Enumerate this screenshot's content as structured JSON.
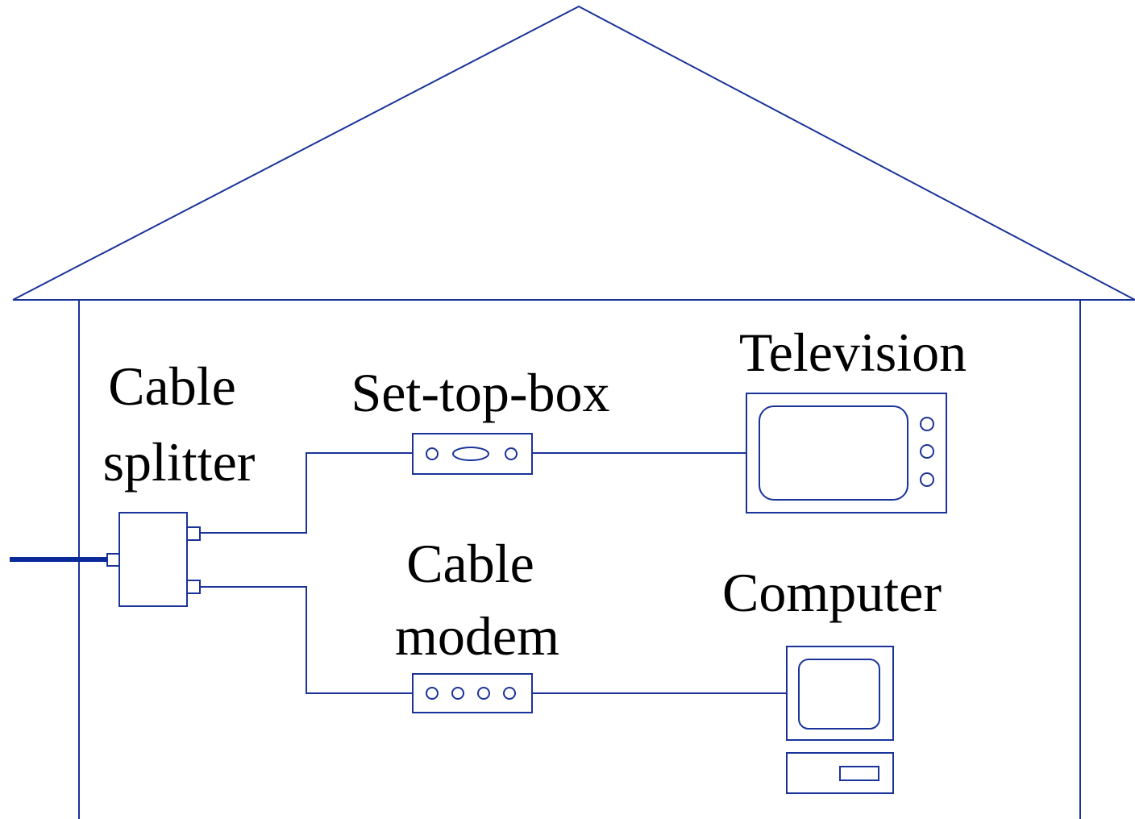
{
  "colors": {
    "line": "#1a3399",
    "incoming_cable": "#0a2a99",
    "text": "#000000",
    "background": "#ffffff"
  },
  "labels": {
    "cable_splitter": [
      "Cable",
      "splitter"
    ],
    "set_top_box": "Set-top-box",
    "television": "Television",
    "cable_modem": [
      "Cable",
      "modem"
    ],
    "computer": "Computer"
  }
}
